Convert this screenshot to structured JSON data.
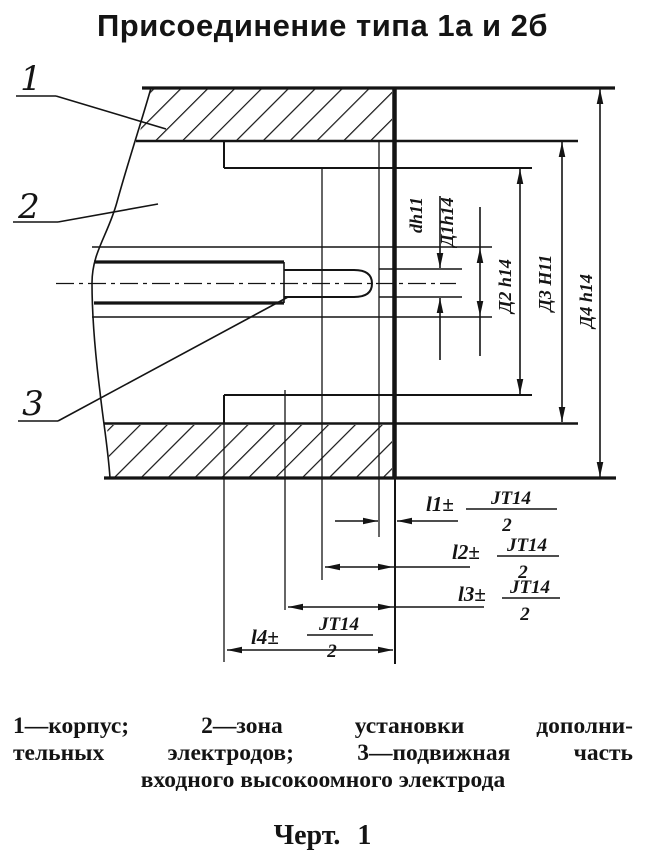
{
  "title": "Присоединение типа 1а и 2б",
  "drawing": {
    "part_refs": [
      {
        "num": "1"
      },
      {
        "num": "2"
      },
      {
        "num": "3"
      }
    ],
    "diameter_dims": [
      {
        "label": "dh11"
      },
      {
        "label": "Д1h14"
      },
      {
        "label": "Д2 h14"
      },
      {
        "label": "Д3 H11"
      },
      {
        "label": "Д4 h14"
      }
    ],
    "length_dims": [
      {
        "label": "l1±",
        "tol_num": "JT14",
        "tol_den": "2"
      },
      {
        "label": "l2±",
        "tol_num": "JT14",
        "tol_den": "2"
      },
      {
        "label": "l3±",
        "tol_num": "JT14",
        "tol_den": "2"
      },
      {
        "label": "l4±",
        "tol_num": "JT14",
        "tol_den": "2"
      }
    ]
  },
  "caption": {
    "line1": "1—корпус; 2—зона установки дополни-",
    "line2": "тельных электродов; 3—подвижная часть",
    "line3": "входного высокоомного электрода"
  },
  "figure_number": "Черт. 1",
  "colors": {
    "ink": "#141414",
    "paper": "#ffffff"
  }
}
